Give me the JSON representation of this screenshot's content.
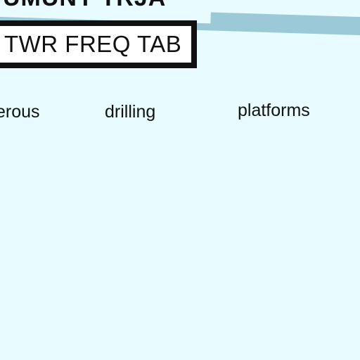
{
  "header": {
    "text": "UMUNY TRJA"
  },
  "tab": {
    "label": "TWR FREQ TAB"
  },
  "words": [
    "erous",
    "drilling",
    "platforms"
  ]
}
